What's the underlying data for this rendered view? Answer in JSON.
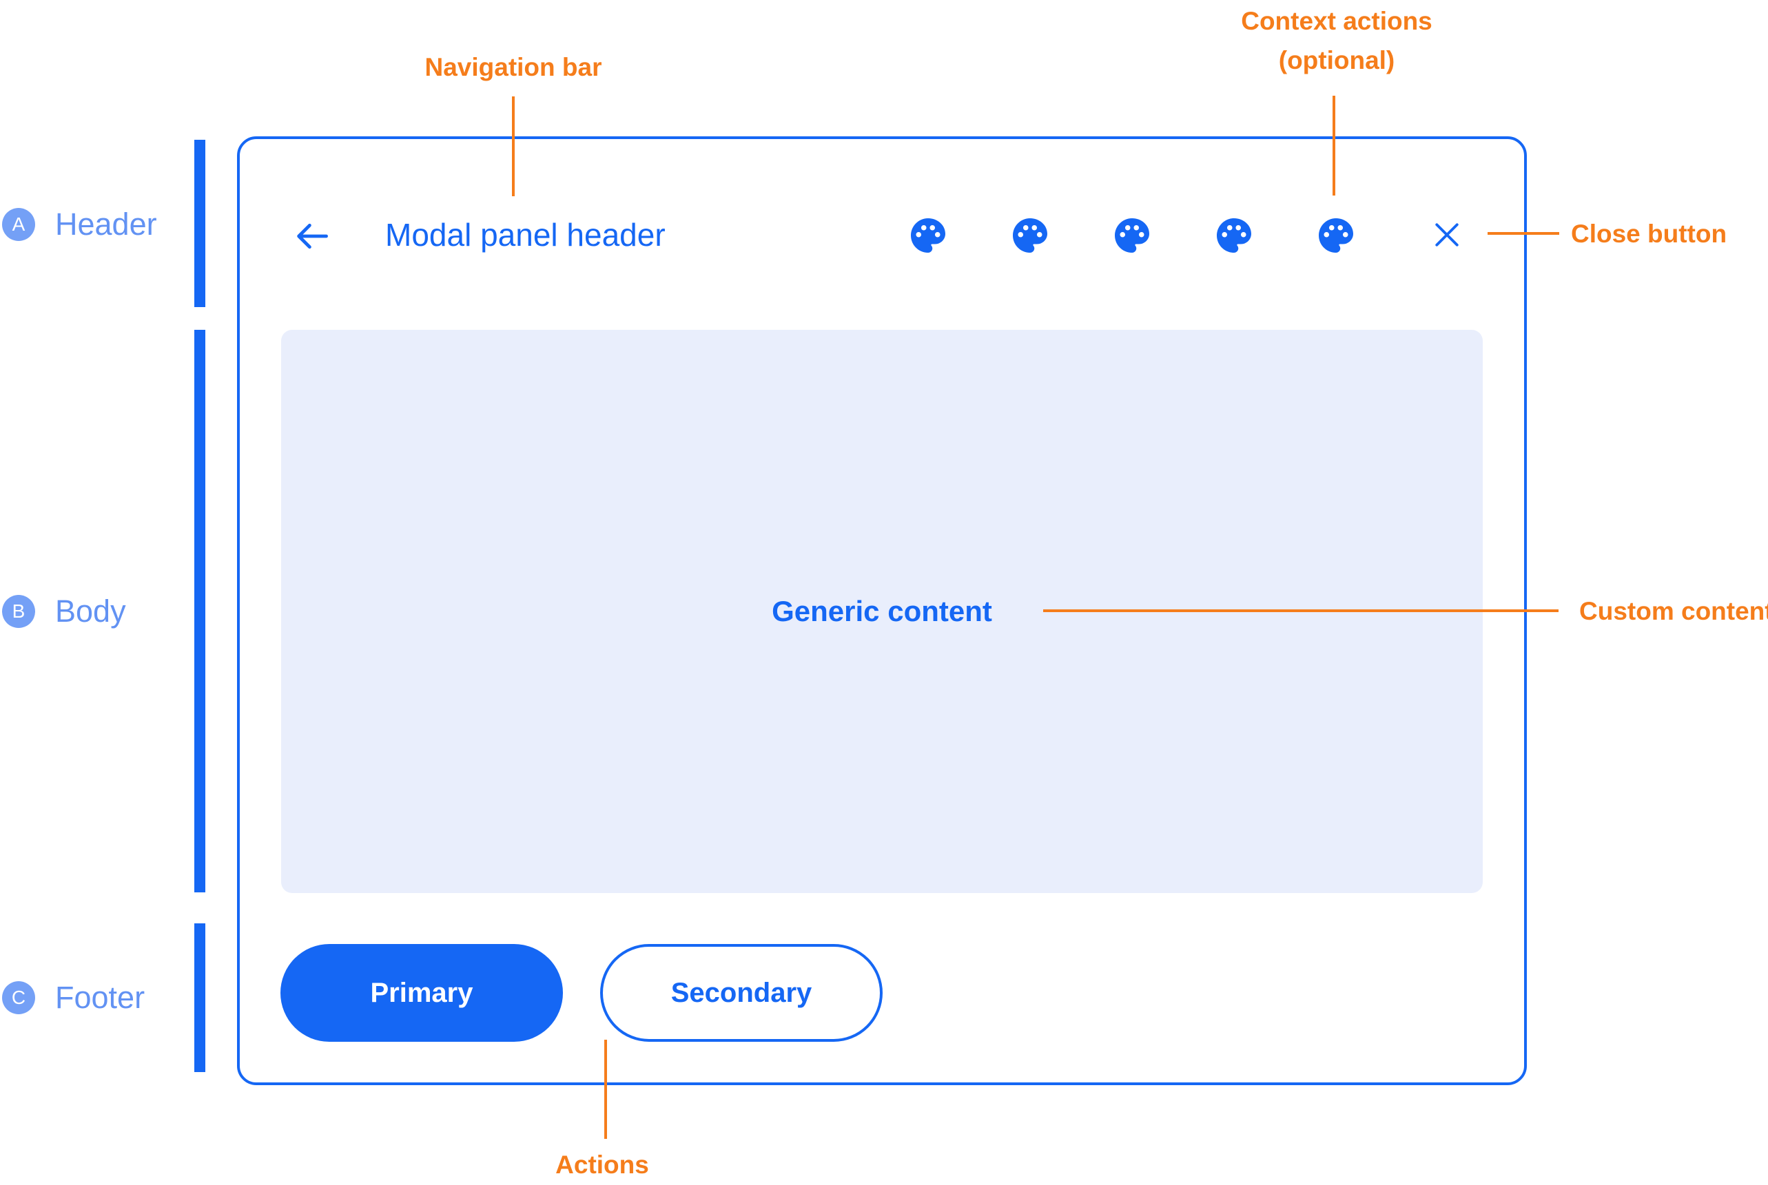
{
  "colors": {
    "accent_blue": "#1567F4",
    "rail_text_blue": "#6292F3",
    "badge_blue": "#74A0F6",
    "body_panel_blue": "#E9EEFC",
    "annotation_orange": "#F57D1B",
    "surface_white": "#FFFFFF"
  },
  "rail": {
    "sections": [
      {
        "letter": "A",
        "label": "Header"
      },
      {
        "letter": "B",
        "label": "Body"
      },
      {
        "letter": "C",
        "label": "Footer"
      }
    ]
  },
  "modal": {
    "nav": {
      "back_icon": "arrow-back-icon",
      "title": "Modal panel header",
      "context_actions": {
        "icons": [
          "palette-icon",
          "palette-icon",
          "palette-icon",
          "palette-icon",
          "palette-icon"
        ]
      },
      "close_icon": "close-icon"
    },
    "body": {
      "text": "Generic content"
    },
    "footer": {
      "primary_label": "Primary",
      "secondary_label": "Secondary"
    }
  },
  "annotations": {
    "navigation_bar": "Navigation bar",
    "context_actions": {
      "line1": "Context actions",
      "line2": "(optional)"
    },
    "close_button": "Close button",
    "custom_content": "Custom content",
    "actions": "Actions"
  }
}
